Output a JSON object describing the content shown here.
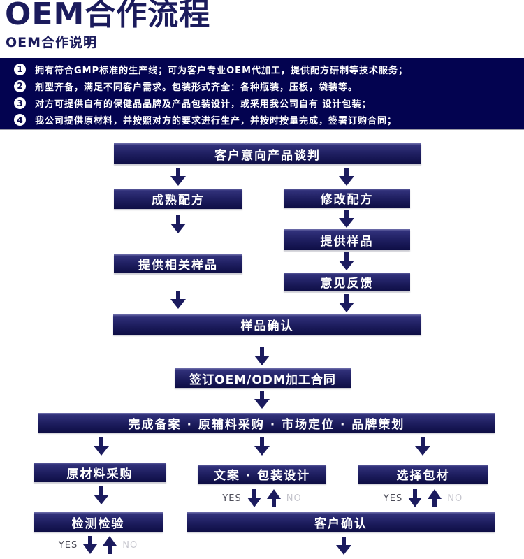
{
  "page": {
    "title": "OEM合作流程",
    "subtitle": "OEM合作说明"
  },
  "notes": {
    "items": [
      {
        "num": "1",
        "text": "拥有符合GMP标准的生产线；可为客户专业OEM代加工，提供配方研制等技术服务；"
      },
      {
        "num": "2",
        "text": "剂型齐备，满足不同客户需求。包装形式齐全：各种瓶装，压板，袋装等。"
      },
      {
        "num": "3",
        "text": "对方可提供自有的保健品品牌及产品包装设计，或采用我公司自有 设计包装；"
      },
      {
        "num": "4",
        "text": "我公司提供原材料，并按照对方的要求进行生产，并按时按量完成，签署订购合同；"
      }
    ]
  },
  "flow": {
    "boxes": {
      "negotiation": "客户意向产品谈判",
      "mature_formula": "成熟配方",
      "modify_formula": "修改配方",
      "provide_samples": "提供样品",
      "feedback": "意见反馈",
      "provide_related_samples": "提供相关样品",
      "sample_confirmation": "样品确认",
      "sign_contract": "签订OEM/ODM加工合同",
      "filing_procurement": "完成备案 · 原辅料采购 · 市场定位 · 品牌策划",
      "raw_material": "原材料采购",
      "copy_packaging": "文案 · 包装设计",
      "choose_packaging": "选择包材",
      "testing": "检测检验",
      "customer_confirmation": "客户确认"
    },
    "yes_label": "YES",
    "no_label": "NO"
  },
  "colors": {
    "title_navy": "#1b1b5c",
    "panel_navy": "#030350",
    "box_navy": "#1d1d5e",
    "arrow_navy": "#1b1b5e",
    "yes_text": "#4c4c58",
    "no_text": "#c6c6ce"
  }
}
